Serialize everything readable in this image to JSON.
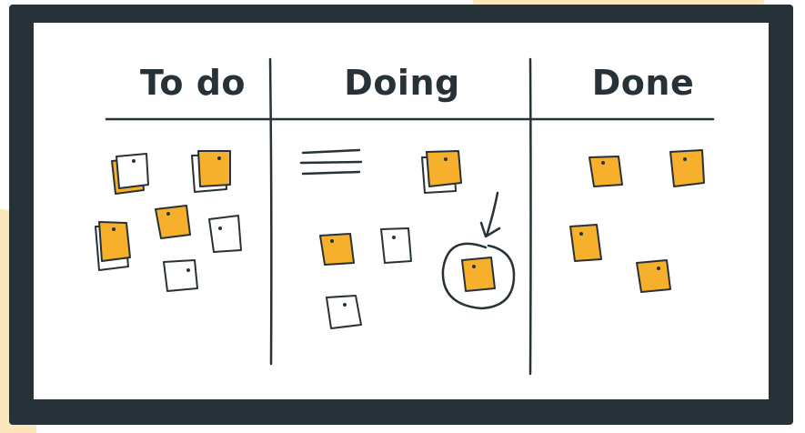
{
  "board": {
    "columns": [
      {
        "id": "todo",
        "title": "To do"
      },
      {
        "id": "doing",
        "title": "Doing"
      },
      {
        "id": "done",
        "title": "Done"
      }
    ]
  },
  "colors": {
    "frame": "#263238",
    "surface": "#ffffff",
    "sticky_orange": "#f6b02b",
    "sticky_white": "#ffffff",
    "background_blob": "#fce7bd",
    "ink": "#263238"
  },
  "notes": [
    {
      "column": "todo",
      "color": "white",
      "stacked": true
    },
    {
      "column": "todo",
      "color": "orange",
      "stacked": true
    },
    {
      "column": "todo",
      "color": "orange",
      "stacked": true
    },
    {
      "column": "todo",
      "color": "orange",
      "stacked": false
    },
    {
      "column": "todo",
      "color": "white",
      "stacked": false
    },
    {
      "column": "todo",
      "color": "white",
      "stacked": false
    },
    {
      "column": "doing",
      "color": "orange",
      "stacked": true
    },
    {
      "column": "doing",
      "color": "orange",
      "stacked": false
    },
    {
      "column": "doing",
      "color": "white",
      "stacked": false
    },
    {
      "column": "doing",
      "color": "orange",
      "stacked": false,
      "highlighted": true
    },
    {
      "column": "doing",
      "color": "white",
      "stacked": false
    },
    {
      "column": "done",
      "color": "orange",
      "stacked": false
    },
    {
      "column": "done",
      "color": "orange",
      "stacked": false
    },
    {
      "column": "done",
      "color": "orange",
      "stacked": false
    },
    {
      "column": "done",
      "color": "orange",
      "stacked": false
    }
  ],
  "icons": [
    "text-lines-icon",
    "down-arrow-icon",
    "highlight-circle-icon"
  ]
}
